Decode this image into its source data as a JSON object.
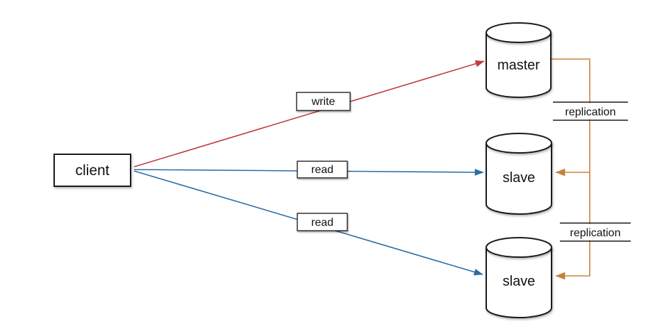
{
  "diagram": {
    "background": "#ffffff",
    "nodes": [
      {
        "id": "client",
        "shape": "rectangle",
        "label": "client"
      },
      {
        "id": "master",
        "shape": "database-cylinder",
        "label": "master"
      },
      {
        "id": "slave-1",
        "shape": "database-cylinder",
        "label": "slave"
      },
      {
        "id": "slave-2",
        "shape": "database-cylinder",
        "label": "slave"
      }
    ],
    "edges": [
      {
        "from": "client",
        "to": "master",
        "label": "write",
        "type": "write"
      },
      {
        "from": "client",
        "to": "slave-1",
        "label": "read",
        "type": "read"
      },
      {
        "from": "client",
        "to": "slave-2",
        "label": "read",
        "type": "read"
      },
      {
        "from": "master",
        "to": "slave-1",
        "label": "replication",
        "type": "replication"
      },
      {
        "from": "master",
        "to": "slave-2",
        "label": "replication",
        "type": "replication"
      }
    ],
    "colors": {
      "write": "#c13b3c",
      "read": "#2e6da4",
      "replication": "#c8823c",
      "node_stroke": "#1a1a1a",
      "text": "#111111"
    }
  }
}
